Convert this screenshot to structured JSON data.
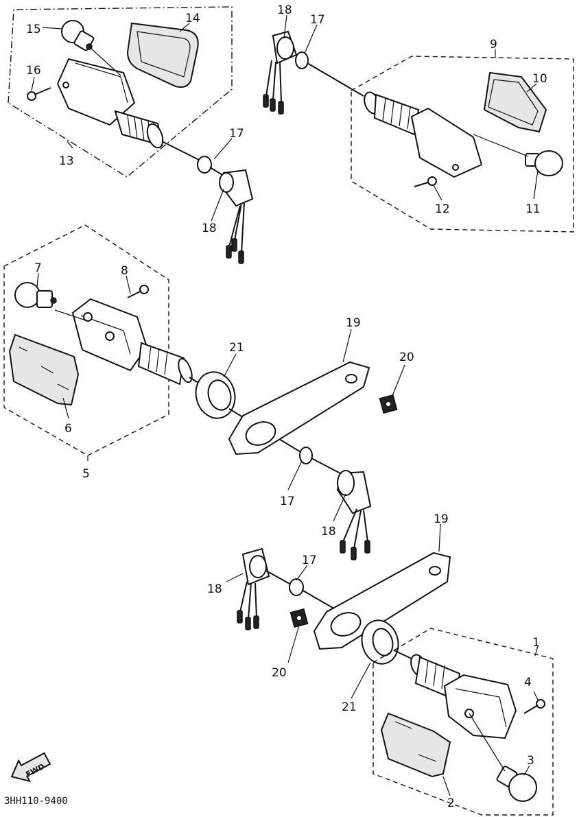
{
  "diagram": {
    "code": "3HH110-9400",
    "fwd_label": "FWD",
    "callouts": {
      "c1": "1",
      "c2": "2",
      "c3": "3",
      "c4": "4",
      "c5": "5",
      "c6": "6",
      "c7": "7",
      "c8": "8",
      "c9": "9",
      "c10": "10",
      "c11": "11",
      "c12": "12",
      "c13": "13",
      "c14": "14",
      "c15": "15",
      "c16": "16",
      "c17a": "17",
      "c17b": "17",
      "c17c": "17",
      "c17d": "17",
      "c18a": "18",
      "c18b": "18",
      "c18c": "18",
      "c18d": "18",
      "c19a": "19",
      "c19b": "19",
      "c20a": "20",
      "c20b": "20",
      "c21a": "21",
      "c21b": "21"
    }
  }
}
